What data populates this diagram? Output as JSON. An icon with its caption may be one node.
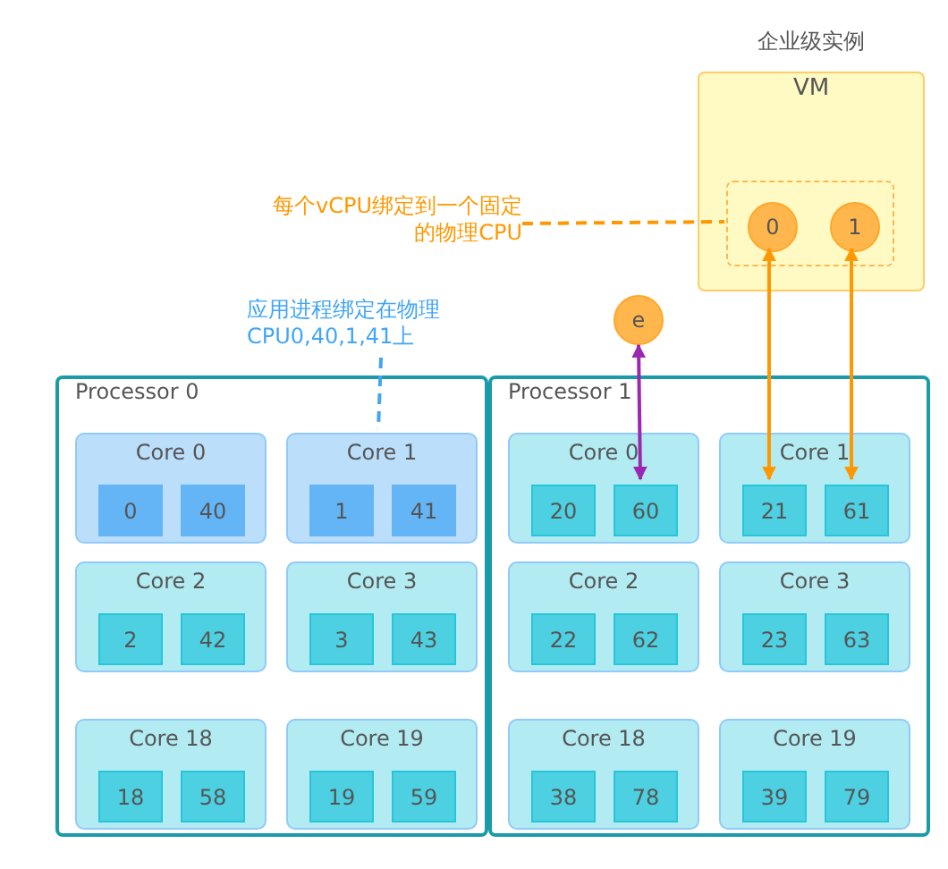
{
  "diagram": {
    "nodes": [
      {
        "text": [
          "企业级实例",
          "VM"
        ]
      },
      {
        "text": [],
        "shape": "box",
        "in": 0
      },
      {
        "text": [
          "0"
        ],
        "in": 1
      },
      {
        "text": [
          "1"
        ],
        "in": 1
      },
      {
        "text": [
          "每个vCPU绑定到一个固定的物理CPU"
        ]
      },
      {
        "text": [
          "应用进程绑定在物理CPU0,40,1,41上"
        ]
      },
      {
        "text": [
          "e"
        ]
      },
      {
        "text": [
          "Processor 0"
        ]
      },
      {
        "text": [
          "Core 0"
        ],
        "in": 7
      },
      {
        "text": [
          "0"
        ],
        "in": 8
      },
      {
        "text": [
          "40"
        ],
        "in": 8
      },
      {
        "text": [
          "Core 1"
        ],
        "in": 7
      },
      {
        "text": [
          "1"
        ],
        "in": 11
      },
      {
        "text": [
          "41"
        ],
        "in": 11
      },
      {
        "text": [
          "Core 2"
        ],
        "in": 7
      },
      {
        "text": [
          "2"
        ],
        "in": 14
      },
      {
        "text": [
          "42"
        ],
        "in": 14
      },
      {
        "text": [
          "Core 3"
        ],
        "in": 7
      },
      {
        "text": [
          "3"
        ],
        "in": 17
      },
      {
        "text": [
          "43"
        ],
        "in": 17
      },
      {
        "text": [
          "Core 18"
        ],
        "in": 7
      },
      {
        "text": [
          "18"
        ],
        "in": 20
      },
      {
        "text": [
          "58"
        ],
        "in": 20
      },
      {
        "text": [
          "Core 19"
        ],
        "in": 7
      },
      {
        "text": [
          "19"
        ],
        "in": 23
      },
      {
        "text": [
          "59"
        ],
        "in": 23
      },
      {
        "text": [
          "Processor 1"
        ]
      },
      {
        "text": [
          "Core 0"
        ],
        "in": 26
      },
      {
        "text": [
          "20"
        ],
        "in": 27
      },
      {
        "text": [
          "60"
        ],
        "in": 27
      },
      {
        "text": [
          "Core 1"
        ],
        "in": 26
      },
      {
        "text": [
          "21"
        ],
        "in": 30
      },
      {
        "text": [
          "61"
        ],
        "in": 30
      },
      {
        "text": [
          "Core 2"
        ],
        "in": 26
      },
      {
        "text": [
          "22"
        ],
        "in": 33
      },
      {
        "text": [
          "62"
        ],
        "in": 33
      },
      {
        "text": [
          "Core 3"
        ],
        "in": 26
      },
      {
        "text": [
          "23"
        ],
        "in": 36
      },
      {
        "text": [
          "63"
        ],
        "in": 36
      },
      {
        "text": [
          "Core 18"
        ],
        "in": 26
      },
      {
        "text": [
          "38"
        ],
        "in": 39
      },
      {
        "text": [
          "78"
        ],
        "in": 39
      },
      {
        "text": [
          "Core 19"
        ],
        "in": 26
      },
      {
        "text": [
          "39"
        ],
        "in": 42
      },
      {
        "text": [
          "79"
        ],
        "in": 42
      }
    ],
    "edges": [
      {
        "from": 4,
        "to": 1,
        "arrow": "none",
        "style": "dashed",
        "color": "#ff9800"
      },
      {
        "from": 5,
        "to": 11,
        "arrow": "none",
        "style": "dashed",
        "color": "#42a5f5"
      },
      {
        "from": 6,
        "to": 29,
        "arrow": "both",
        "color": "#9c27b0"
      },
      {
        "from": 2,
        "to": 31,
        "arrow": "both",
        "color": "#ff9800"
      },
      {
        "from": 3,
        "to": 32,
        "arrow": "both",
        "color": "#ff9800"
      }
    ]
  }
}
